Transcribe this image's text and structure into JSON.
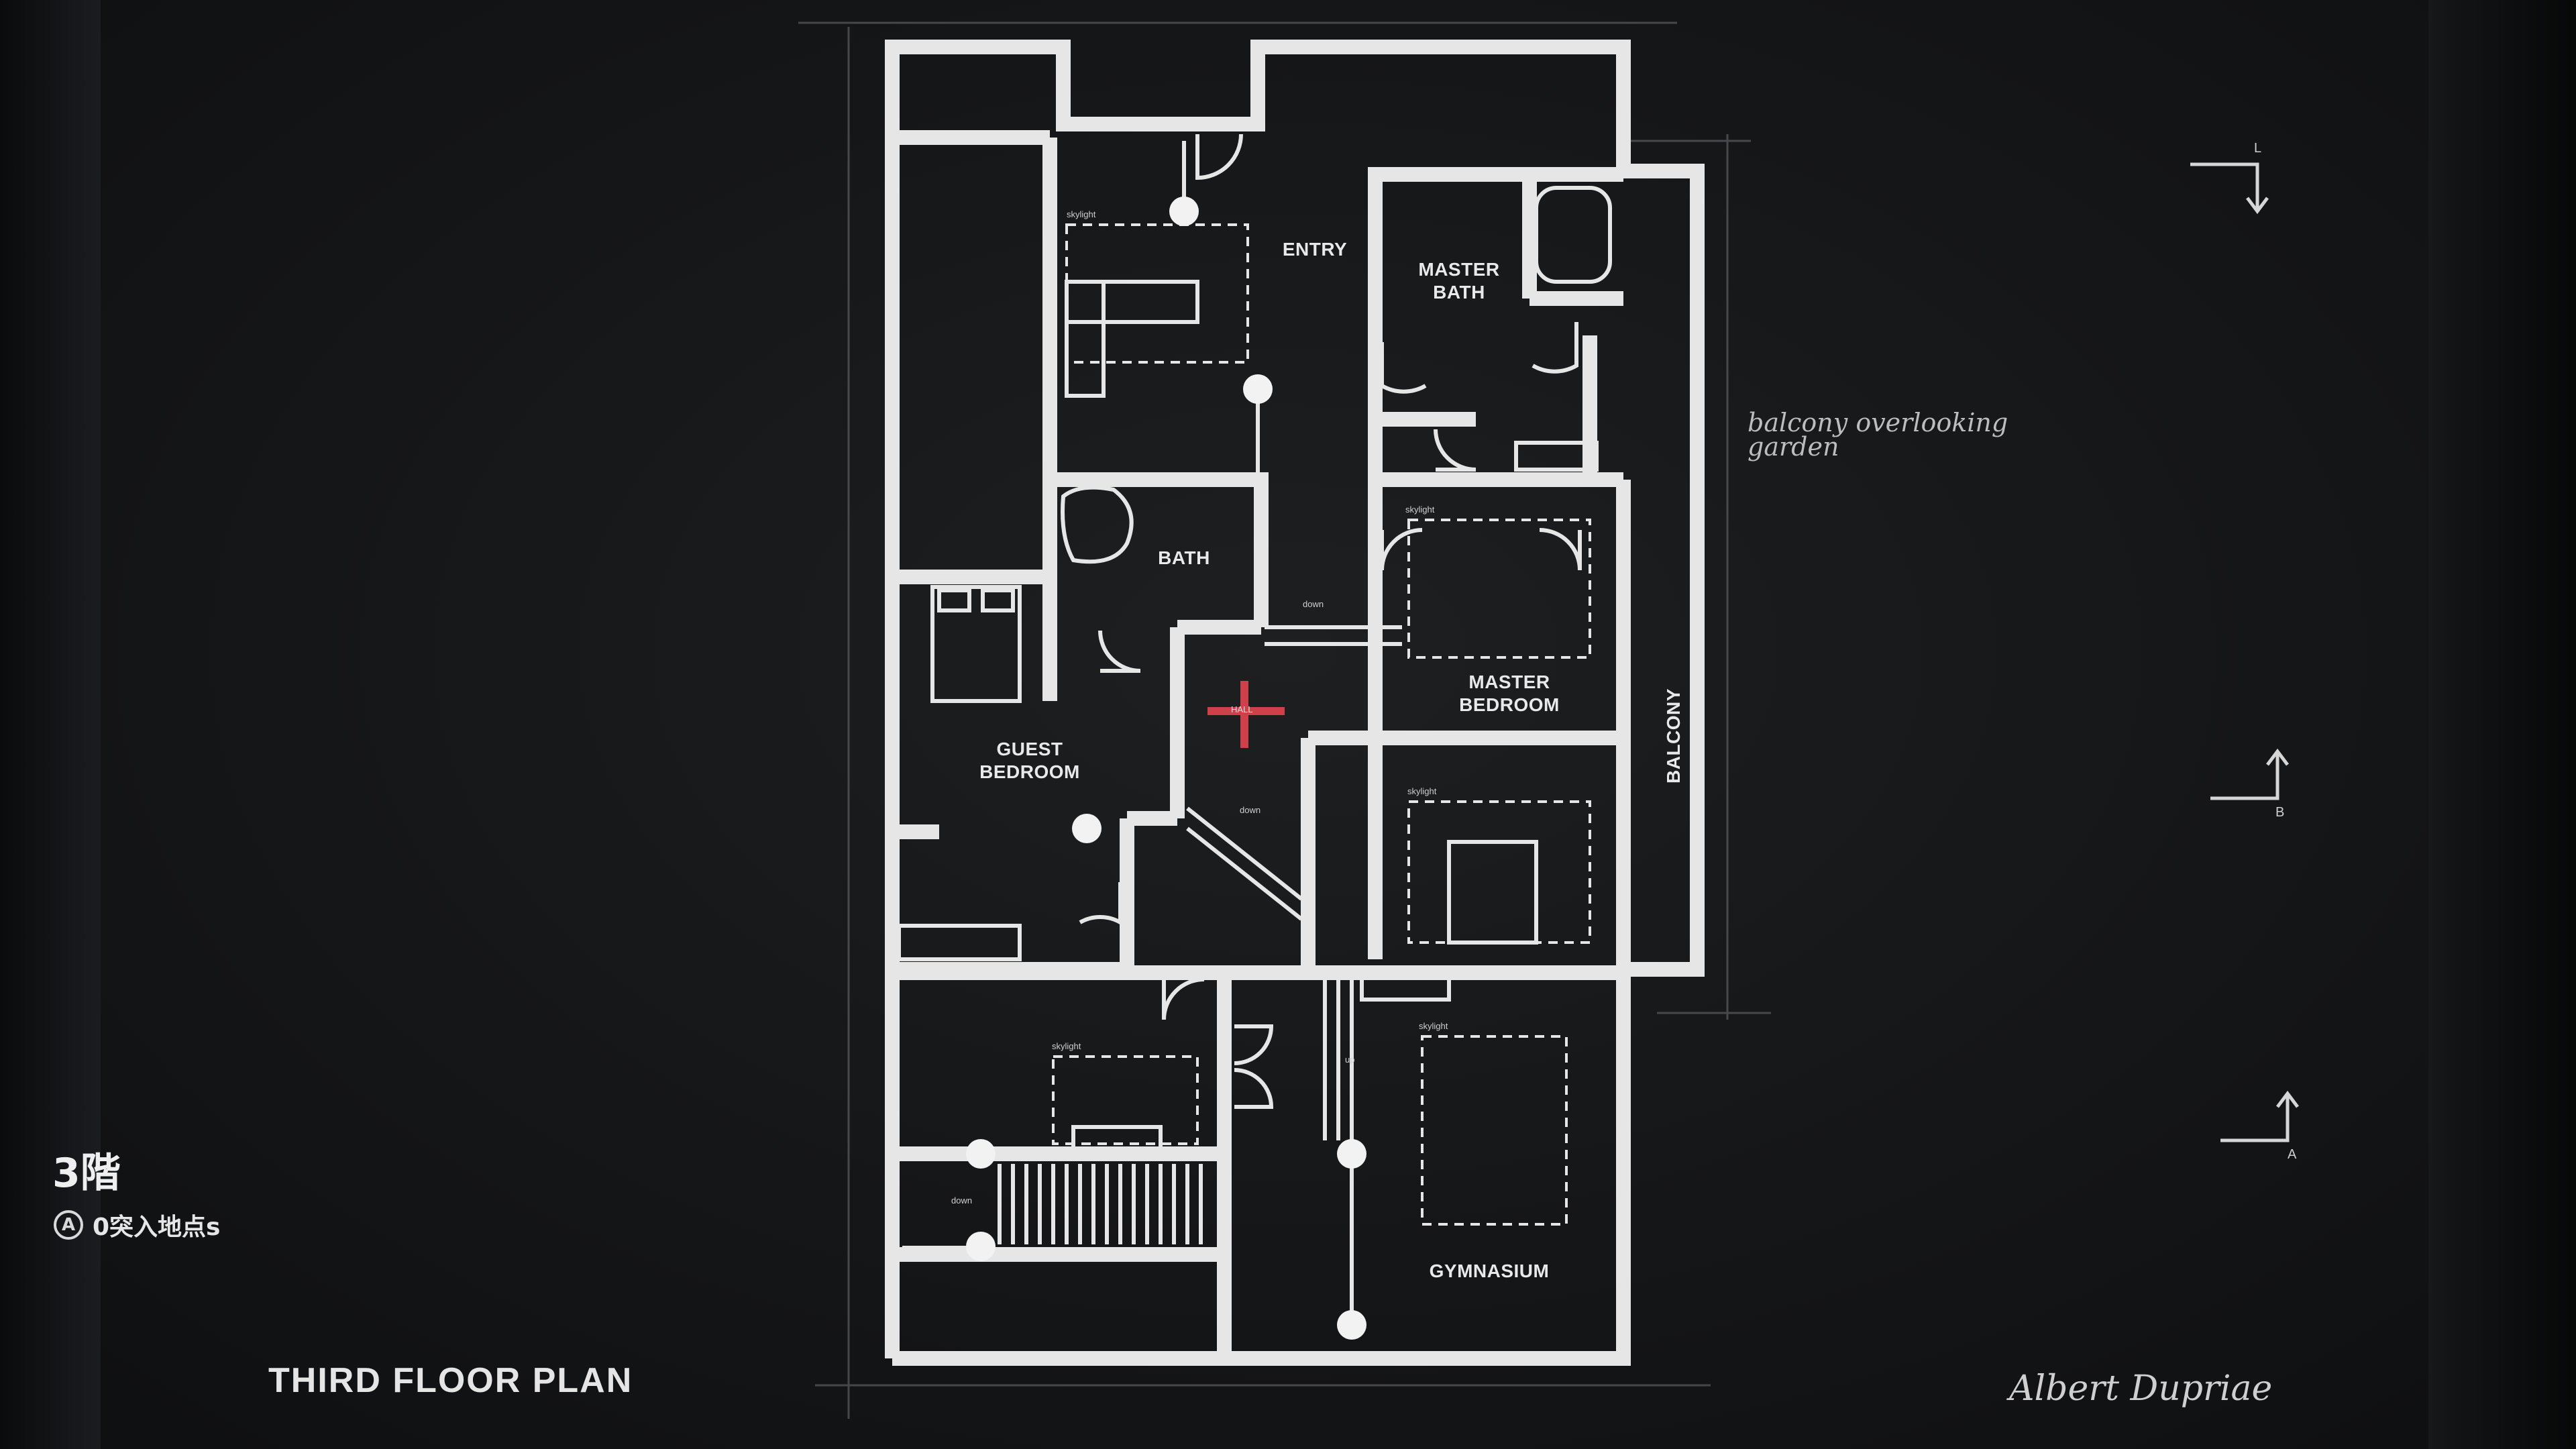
{
  "plan": {
    "title": "THIRD FLOOR PLAN",
    "rooms": {
      "entry": "ENTRY",
      "master_bath": "MASTER\nBATH",
      "bath": "BATH",
      "guest_bedroom": "GUEST\nBEDROOM",
      "master_bedroom": "MASTER\nBEDROOM",
      "balcony": "BALCONY",
      "gymnasium": "GYMNASIUM"
    },
    "small_labels": {
      "skylight": "skylight",
      "down": "down",
      "up": "up",
      "hall": "HALL"
    },
    "section_markers": [
      "L",
      "B",
      "A"
    ],
    "annotation": "balcony overlooking\ngarden",
    "signature": "Albert Dupriae"
  },
  "hud": {
    "floor_label": "3階",
    "entry_points": "0突入地点s",
    "a_button": "A"
  },
  "colors": {
    "background": "#151618",
    "walls": "#e6e6e6",
    "marker": "#d0404a"
  }
}
